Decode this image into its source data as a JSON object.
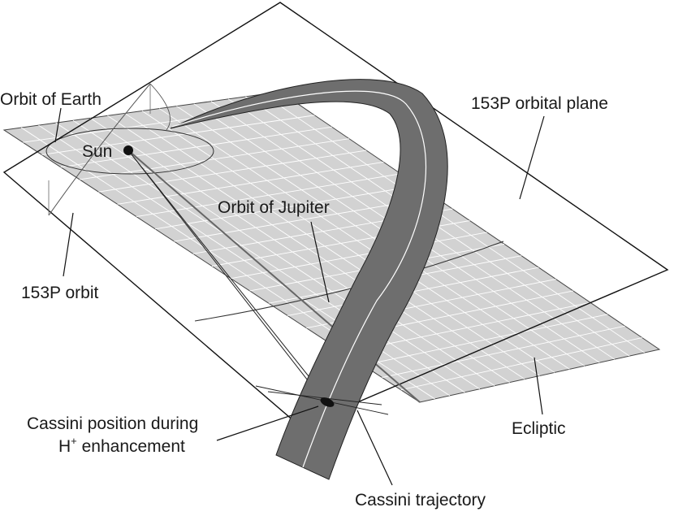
{
  "diagram": {
    "labels": {
      "orbit_of_earth": "Orbit of Earth",
      "sun": "Sun",
      "orbital_plane_153p": "153P orbital plane",
      "orbit_of_jupiter": "Orbit of Jupiter",
      "orbit_153p": "153P orbit",
      "cassini_position_line1": "Cassini position during",
      "cassini_position_line2_prefix": "H",
      "cassini_position_line2_sup": "+",
      "cassini_position_line2_suffix": " enhancement",
      "ecliptic": "Ecliptic",
      "cassini_trajectory": "Cassini trajectory"
    },
    "colors": {
      "ecliptic_fill": "#d2d2d2",
      "grid": "#ffffff",
      "trajectory_band": "#6e6e6e",
      "outline": "#111111",
      "sun": "#111111"
    }
  }
}
